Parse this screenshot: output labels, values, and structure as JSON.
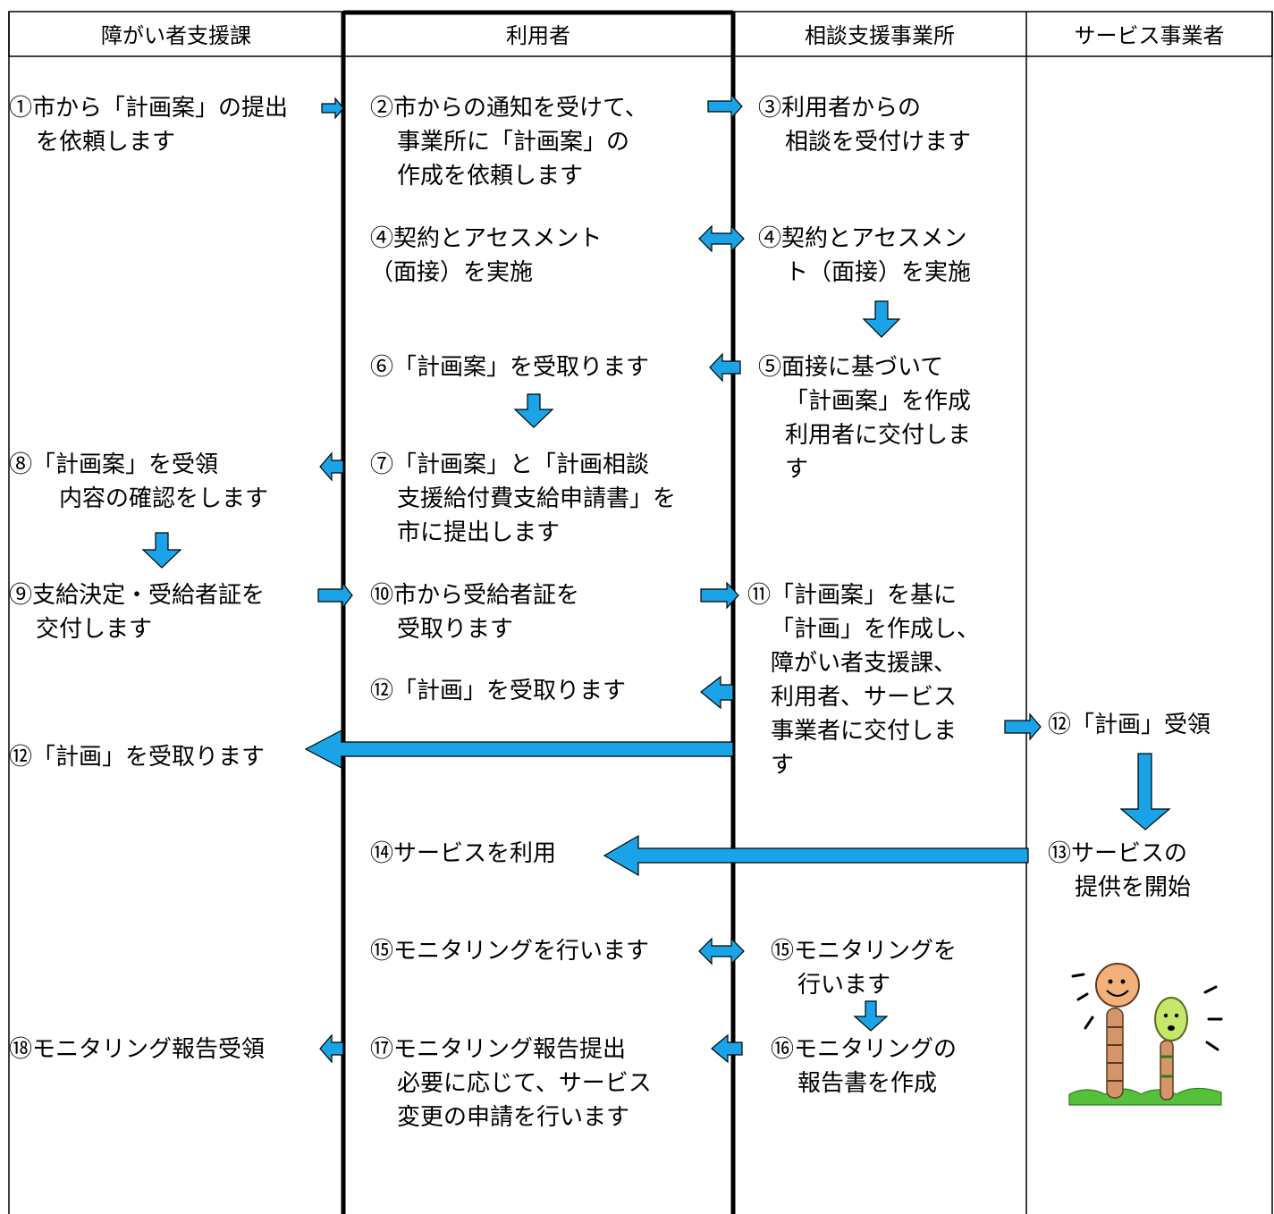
{
  "headers": {
    "col1": "障がい者支援課",
    "col2": "利用者",
    "col3": "相談支援事業所",
    "col4": "サービス事業者"
  },
  "steps": {
    "s1": [
      "①市から「計画案」の提出",
      "を依頼します"
    ],
    "s2": [
      "②市からの通知を受けて、",
      "事業所に「計画案」の",
      "作成を依頼します"
    ],
    "s3": [
      "③利用者からの",
      "相談を受付けます"
    ],
    "s4a": [
      "④契約とアセスメント",
      "（面接）を実施"
    ],
    "s4b": [
      "④契約とアセスメン",
      "ト（面接）を実施"
    ],
    "s5": [
      "⑤面接に基づいて",
      "「計画案」を作成",
      "利用者に交付しま",
      "す"
    ],
    "s6": [
      "⑥「計画案」を受取ります"
    ],
    "s7": [
      "⑦「計画案」と「計画相談",
      "支援給付費支給申請書」を",
      "市に提出します"
    ],
    "s8": [
      "⑧「計画案」を受領",
      "内容の確認をします"
    ],
    "s9": [
      "⑨支給決定・受給者証を",
      "交付します"
    ],
    "s10": [
      "⑩市から受給者証を",
      "受取ります"
    ],
    "s11": [
      "⑪「計画案」を基に",
      "「計画」を作成し、",
      "障がい者支援課、",
      "利用者、サービス",
      "事業者に交付しま",
      "す"
    ],
    "s12a": [
      "⑫「計画」を受取ります"
    ],
    "s12b": [
      "⑫「計画」を受取ります"
    ],
    "s12c": [
      "⑫「計画」受領"
    ],
    "s13": [
      "⑬サービスの",
      "提供を開始"
    ],
    "s14": [
      "⑭サービスを利用"
    ],
    "s15a": [
      "⑮モニタリングを行います"
    ],
    "s15b": [
      "⑮モニタリングを",
      "行います"
    ],
    "s16": [
      "⑯モニタリングの",
      "報告書を作成"
    ],
    "s17": [
      "⑰モニタリング報告提出",
      "必要に応じて、サービス",
      "変更の申請を行います"
    ],
    "s18": [
      "⑱モニタリング報告受領"
    ]
  },
  "colors": {
    "arrow_fill": "#1aa3e6",
    "arrow_stroke": "#000000"
  }
}
